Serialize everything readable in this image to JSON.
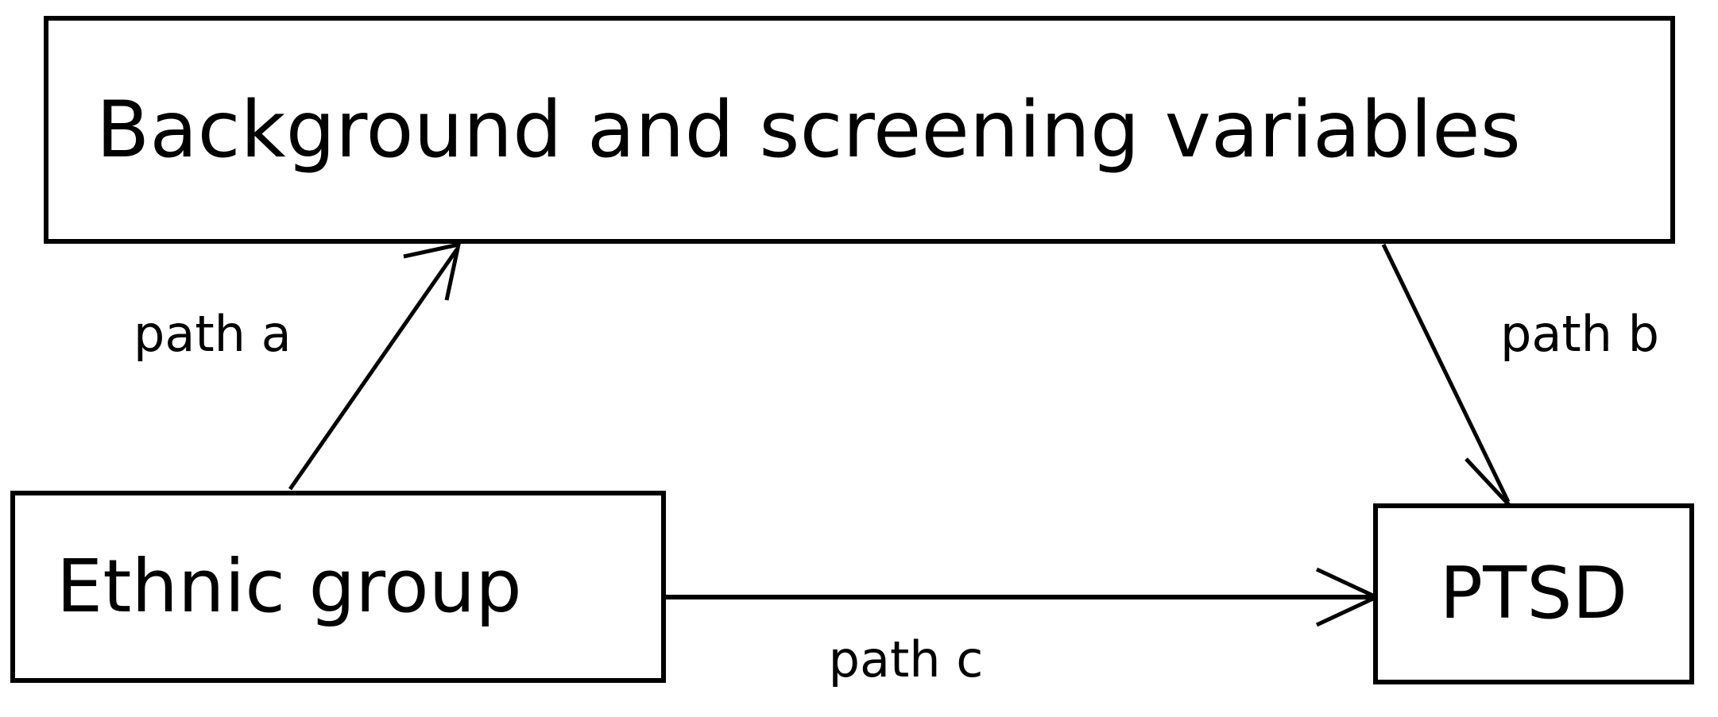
{
  "diagram": {
    "type": "mediation-path-model",
    "background_color": "#ffffff",
    "line_color": "#000000",
    "text_color": "#000000",
    "nodes": [
      {
        "id": "mediator",
        "label": "Background and screening variables",
        "role": "mediator"
      },
      {
        "id": "predictor",
        "label": "Ethnic group",
        "role": "independent-variable"
      },
      {
        "id": "outcome",
        "label": "PTSD",
        "role": "dependent-variable"
      }
    ],
    "edges": [
      {
        "id": "path-a",
        "label": "path a",
        "from": "predictor",
        "to": "mediator",
        "style": "solid",
        "arrowhead": "open"
      },
      {
        "id": "path-b",
        "label": "path b",
        "from": "mediator",
        "to": "outcome",
        "style": "solid",
        "arrowhead": "open"
      },
      {
        "id": "path-c",
        "label": "path c",
        "from": "predictor",
        "to": "outcome",
        "style": "solid",
        "arrowhead": "open"
      }
    ]
  }
}
